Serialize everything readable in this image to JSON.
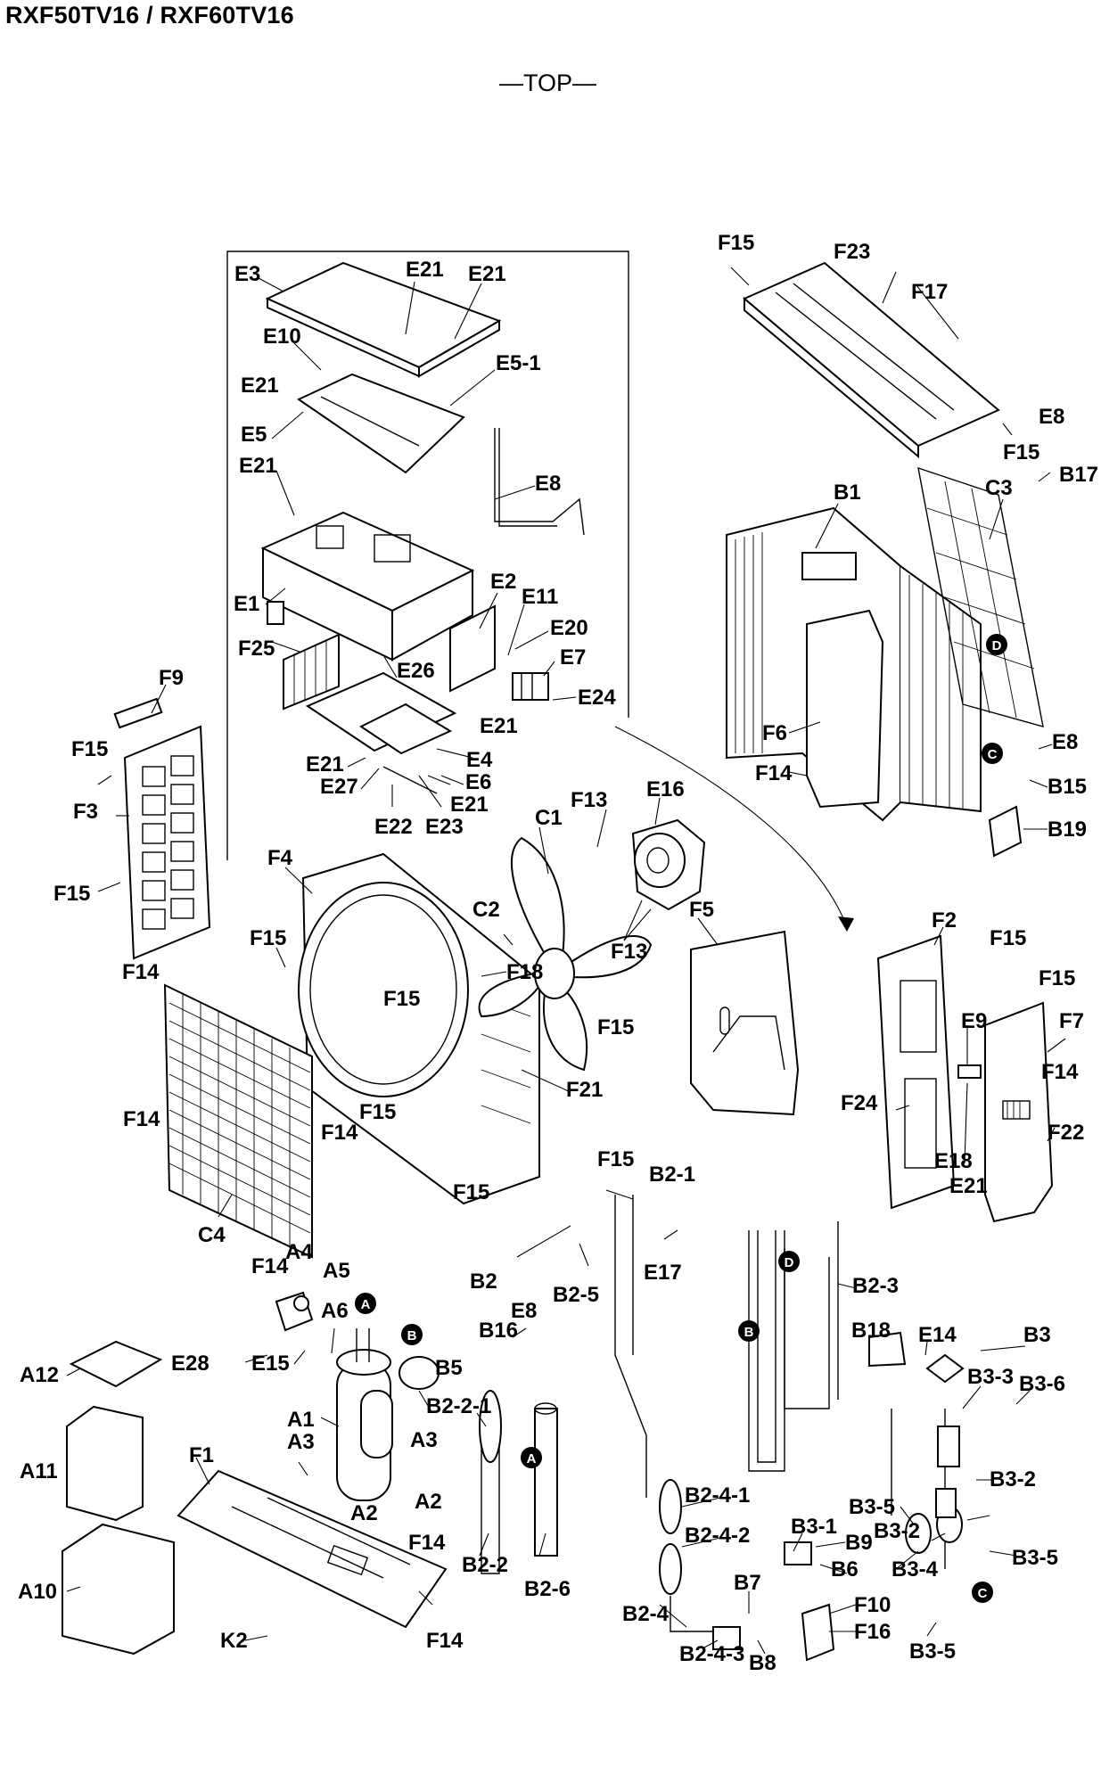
{
  "header": {
    "model": "RXF50TV16 / RXF60TV16",
    "view": "—TOP—"
  },
  "labels": {
    "E3": "E3",
    "E21": "E21",
    "E10": "E10",
    "E5_1": "E5-1",
    "E5": "E5",
    "E8": "E8",
    "E1": "E1",
    "E2": "E2",
    "E11": "E11",
    "E20": "E20",
    "E7": "E7",
    "F25": "F25",
    "E26": "E26",
    "E24": "E24",
    "E4": "E4",
    "E27": "E27",
    "E6": "E6",
    "E22": "E22",
    "E23": "E23",
    "F15": "F15",
    "F23": "F23",
    "F17": "F17",
    "B17": "B17",
    "B1": "B1",
    "C3": "C3",
    "F6": "F6",
    "F14": "F14",
    "B15": "B15",
    "B19": "B19",
    "F9": "F9",
    "F3": "F3",
    "F4": "F4",
    "C1": "C1",
    "F13": "F13",
    "E16": "E16",
    "C2": "C2",
    "F5": "F5",
    "F2": "F2",
    "F18": "F18",
    "F21": "F21",
    "E9": "E9",
    "F7": "F7",
    "F24": "F24",
    "F22": "F22",
    "E18": "E18",
    "C4": "C4",
    "A4": "A4",
    "A5": "A5",
    "A6": "A6",
    "B2_1": "B2-1",
    "E17": "E17",
    "B2": "B2",
    "B2_5": "B2-5",
    "B2_3": "B2-3",
    "E28": "E28",
    "E15": "E15",
    "B16": "B16",
    "B18": "B18",
    "E14": "E14",
    "B3": "B3",
    "A12": "A12",
    "A1": "A1",
    "A3": "A3",
    "B5": "B5",
    "B2_2_1": "B2-2-1",
    "B3_3": "B3-3",
    "B3_6": "B3-6",
    "A11": "A11",
    "F1": "F1",
    "A2": "A2",
    "B2_4_1": "B2-4-1",
    "B3_2": "B3-2",
    "B3_1": "B3-1",
    "B3_5": "B3-5",
    "B9": "B9",
    "B2_4_2": "B2-4-2",
    "B6": "B6",
    "B3_4": "B3-4",
    "B2_2": "B2-2",
    "B2_6": "B2-6",
    "A10": "A10",
    "B7": "B7",
    "F10": "F10",
    "F16": "F16",
    "K2": "K2",
    "B2_4": "B2-4",
    "B2_4_3": "B2-4-3",
    "B8": "B8"
  },
  "markers": {
    "A": "A",
    "B": "B",
    "C": "C",
    "D": "D"
  }
}
